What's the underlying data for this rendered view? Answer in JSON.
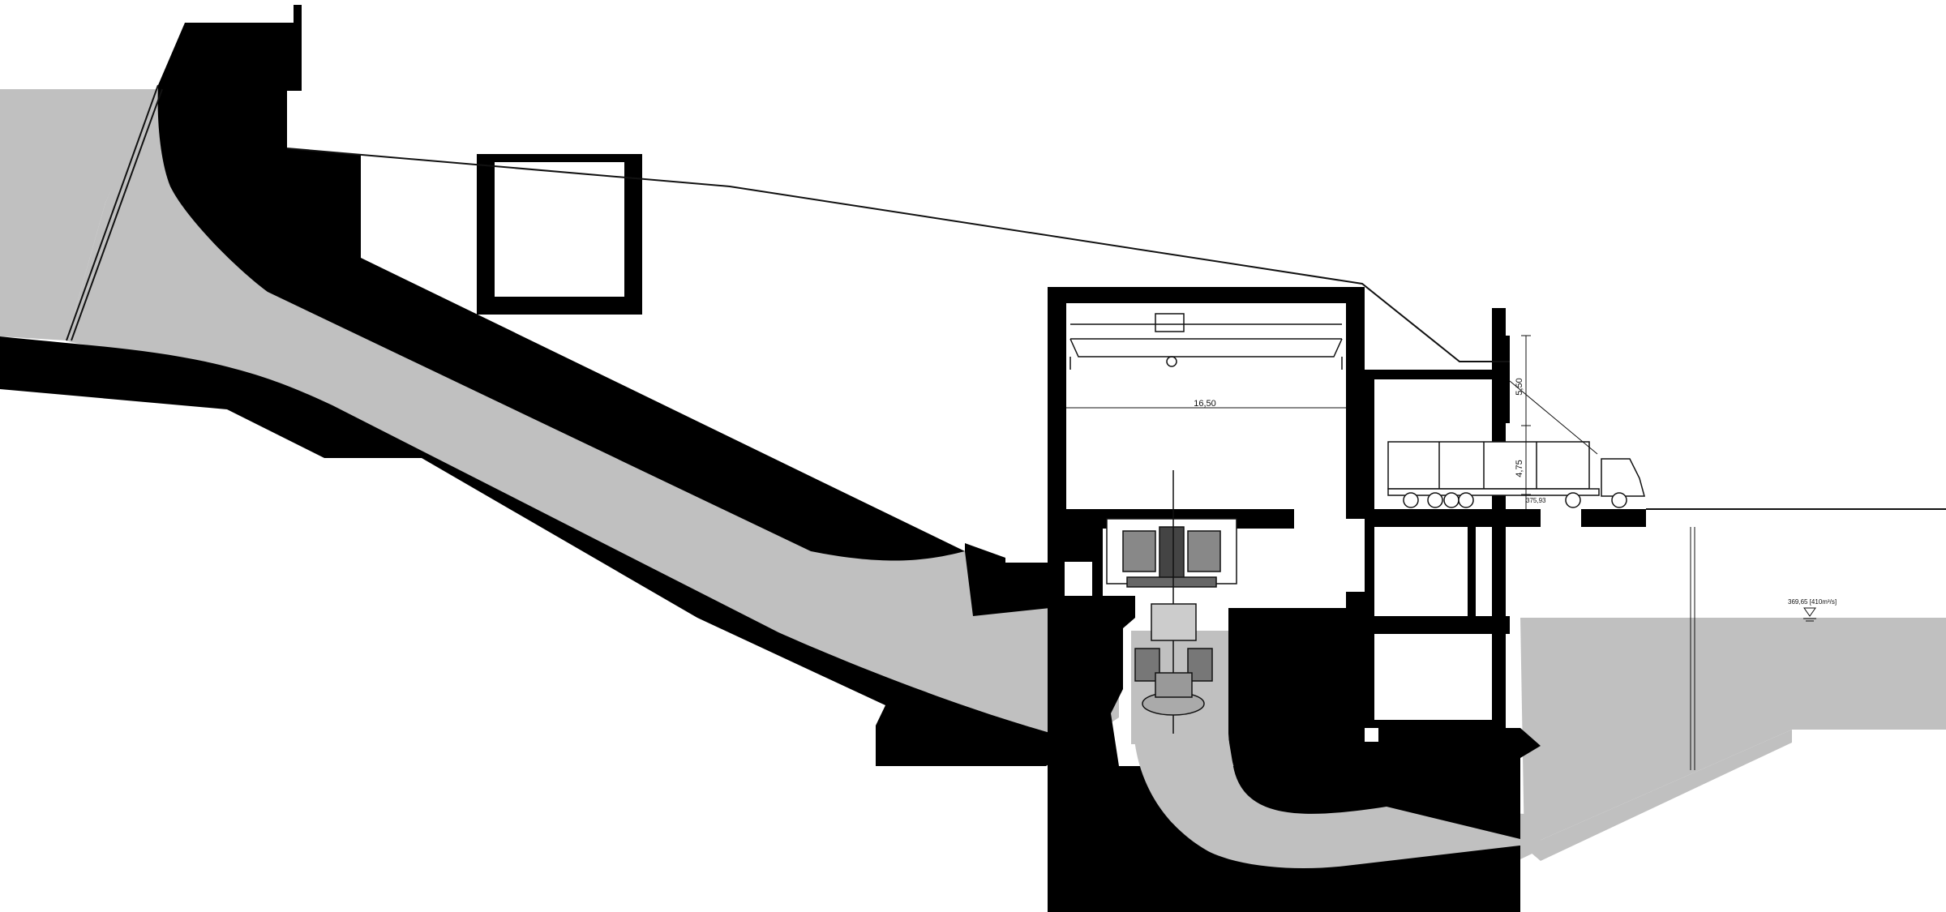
{
  "drawing": {
    "dimensions": {
      "crane_span": "16,50",
      "upper_height": "5,50",
      "lower_height": "4,75",
      "road_level": "375,93"
    },
    "water_level_label": "369,65 [410m³/s]"
  },
  "colors": {
    "concrete": "#000000",
    "water": "#c0c0c0",
    "background": "#ffffff",
    "lines": "#111111"
  }
}
